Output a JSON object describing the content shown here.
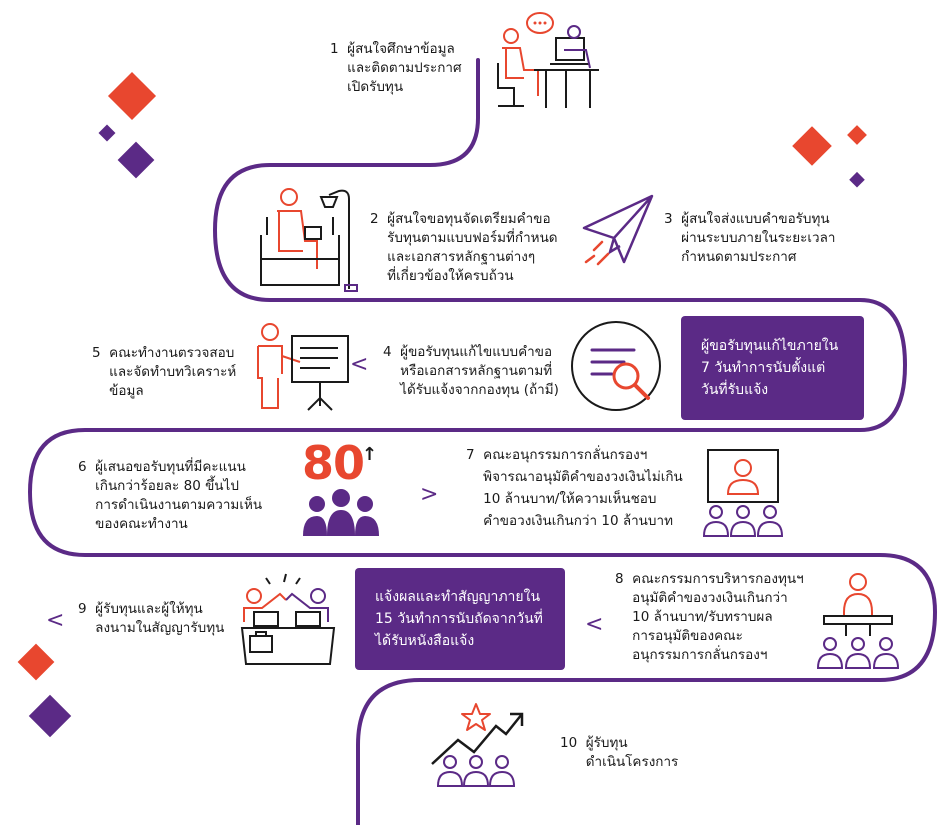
{
  "colors": {
    "purple": "#5b2a86",
    "red": "#e8472f",
    "dark": "#1a1a1a"
  },
  "steps": {
    "s1": {
      "text": "1  ผู้สนใจศึกษาข้อมูล\n    และติดตามประกาศ\n    เปิดรับทุน"
    },
    "s2": {
      "text": "2  ผู้สนใจขอทุนจัดเตรียมคำขอ\n    รับทุนตามแบบฟอร์มที่กำหนด\n    และเอกสารหลักฐานต่างๆ\n    ที่เกี่ยวข้องให้ครบถ้วน"
    },
    "s3": {
      "text": "3  ผู้สนใจส่งแบบคำขอรับทุน\n    ผ่านระบบภายในระยะเวลา\n    กำหนดตามประกาศ"
    },
    "s4": {
      "text": "4  ผู้ขอรับทุนแก้ไขแบบคำขอ\n    หรือเอกสารหลักฐานตามที่\n    ได้รับแจ้งจากกองทุน (ถ้ามี)"
    },
    "s5": {
      "text": "5  คณะทำงานตรวจสอบ\n    และจัดทำบทวิเคราะห์\n    ข้อมูล"
    },
    "s6": {
      "text": "6  ผู้เสนอขอรับทุนที่มีคะแนน\n    เกินกว่าร้อยละ 80 ขึ้นไป\n    การดำเนินงานตามความเห็น\n    ของคณะทำงาน"
    },
    "s7": {
      "text": "7  คณะอนุกรรมการกลั่นกรองฯ\n    พิจารณาอนุมัติคำของวงเงินไม่เกิน\n    10 ล้านบาท/ให้ความเห็นชอบ\n    คำขอวงเงินเกินกว่า 10 ล้านบาท"
    },
    "s8": {
      "text": "8  คณะกรรมการบริหารกองทุนฯ\n    อนุมัติคำของวงเงินเกินกว่า\n    10 ล้านบาท/รับทราบผล\n    การอนุมัติของคณะ\n    อนุกรรมการกลั่นกรองฯ"
    },
    "s9": {
      "text": "9  ผู้รับทุนและผู้ให้ทุน\n    ลงนามในสัญญารับทุน"
    },
    "s10": {
      "text": "10  ผู้รับทุน\n      ดำเนินโครงการ"
    }
  },
  "notes": {
    "n1": "ผู้ขอรับทุนแก้ไขภายใน\n7 วันทำการนับตั้งแต่\nวันที่รับแจ้ง",
    "n2": "แจ้งผลและทำสัญญาภายใน\n15 วันทำการนับถัดจากวันที่\nได้รับหนังสือแจ้ง"
  },
  "score": {
    "value": "80",
    "arrow": "↑"
  },
  "arrows": {
    "left": "<",
    "right": ">"
  },
  "icons": [
    "study-desk-icon",
    "chat-bubble-icon",
    "reading-chair-icon",
    "paper-plane-icon",
    "document-search-icon",
    "presentation-board-icon",
    "group-score-icon",
    "video-conference-icon",
    "committee-meeting-icon",
    "handshake-signing-icon",
    "growth-chart-icon",
    "star-icon"
  ]
}
